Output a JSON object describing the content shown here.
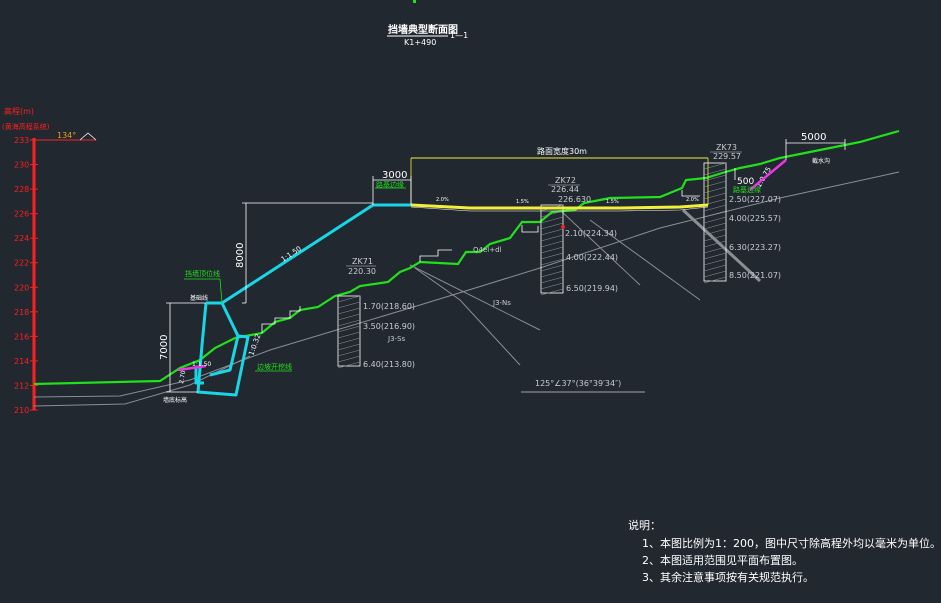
{
  "drawing": {
    "title": "挡墙典型断面图",
    "station": "K1+490",
    "section_tag": "1—1",
    "axis_label": "高程(m)",
    "axis_sublabel": "(黄海高程系统)",
    "axis_ticks": [
      "233",
      "230",
      "228",
      "226",
      "224",
      "222",
      "220",
      "218",
      "216",
      "214",
      "212",
      "210"
    ],
    "angle_label": "134°",
    "dimensions": {
      "top_width": "3000",
      "wall_height": "8000",
      "lower_height": "7000",
      "right_width": "5000",
      "right_small": "500",
      "road_width": "路面宽度30m"
    },
    "slopes": {
      "main": "1:1.50",
      "lower": "1:0.32",
      "right": "1:0.75"
    },
    "labels": {
      "road_edge": "路基边缘",
      "wall_top": "挡墙顶位线",
      "wall_base": "基础线",
      "bottom": "墙底标高",
      "excavation": "边坡开挖线",
      "right_edge": "路基边缘",
      "right_top": "截水沟",
      "lower_toe": "1:1.50",
      "lower_mark": "2.70"
    },
    "boreholes": [
      {
        "id": "ZK71",
        "elevation": "220.30",
        "depths": [
          "1.70(218.60)",
          "3.50(216.90)",
          "6.40(213.80)"
        ]
      },
      {
        "id": "ZK72",
        "elevation": "226.44",
        "top": "226.630",
        "depths": [
          "2.10(224.34)",
          "4.00(222.44)",
          "6.50(219.94)"
        ]
      },
      {
        "id": "ZK73",
        "elevation": "229.57",
        "depths": [
          "2.50(227.07)",
          "4.00(225.57)",
          "6.30(223.27)",
          "8.50(221.07)"
        ]
      }
    ],
    "strata": [
      "Q4el+dl",
      "J3-Ns",
      "J3-Ss"
    ],
    "bearing": "125°∠37°(36°39′34″)",
    "road_marks": [
      "2.0%",
      "1.5%",
      "1.5%",
      "2.0%"
    ],
    "notes_title": "说明：",
    "notes": [
      "1、本图比例为1：200，图中尺寸除高程外均以毫米为单位。",
      "2、本图适用范围见平面布置图。",
      "3、其余注意事项按有关规范执行。"
    ]
  },
  "colors": {
    "background": "#212830",
    "ground": "#22e01b",
    "wall": "#19d6e6",
    "axis": "#ff1f1f",
    "road": "#f2ef3a",
    "slope": "#e63ae0",
    "gray": "#8a8f96",
    "text": "#ffffff"
  }
}
